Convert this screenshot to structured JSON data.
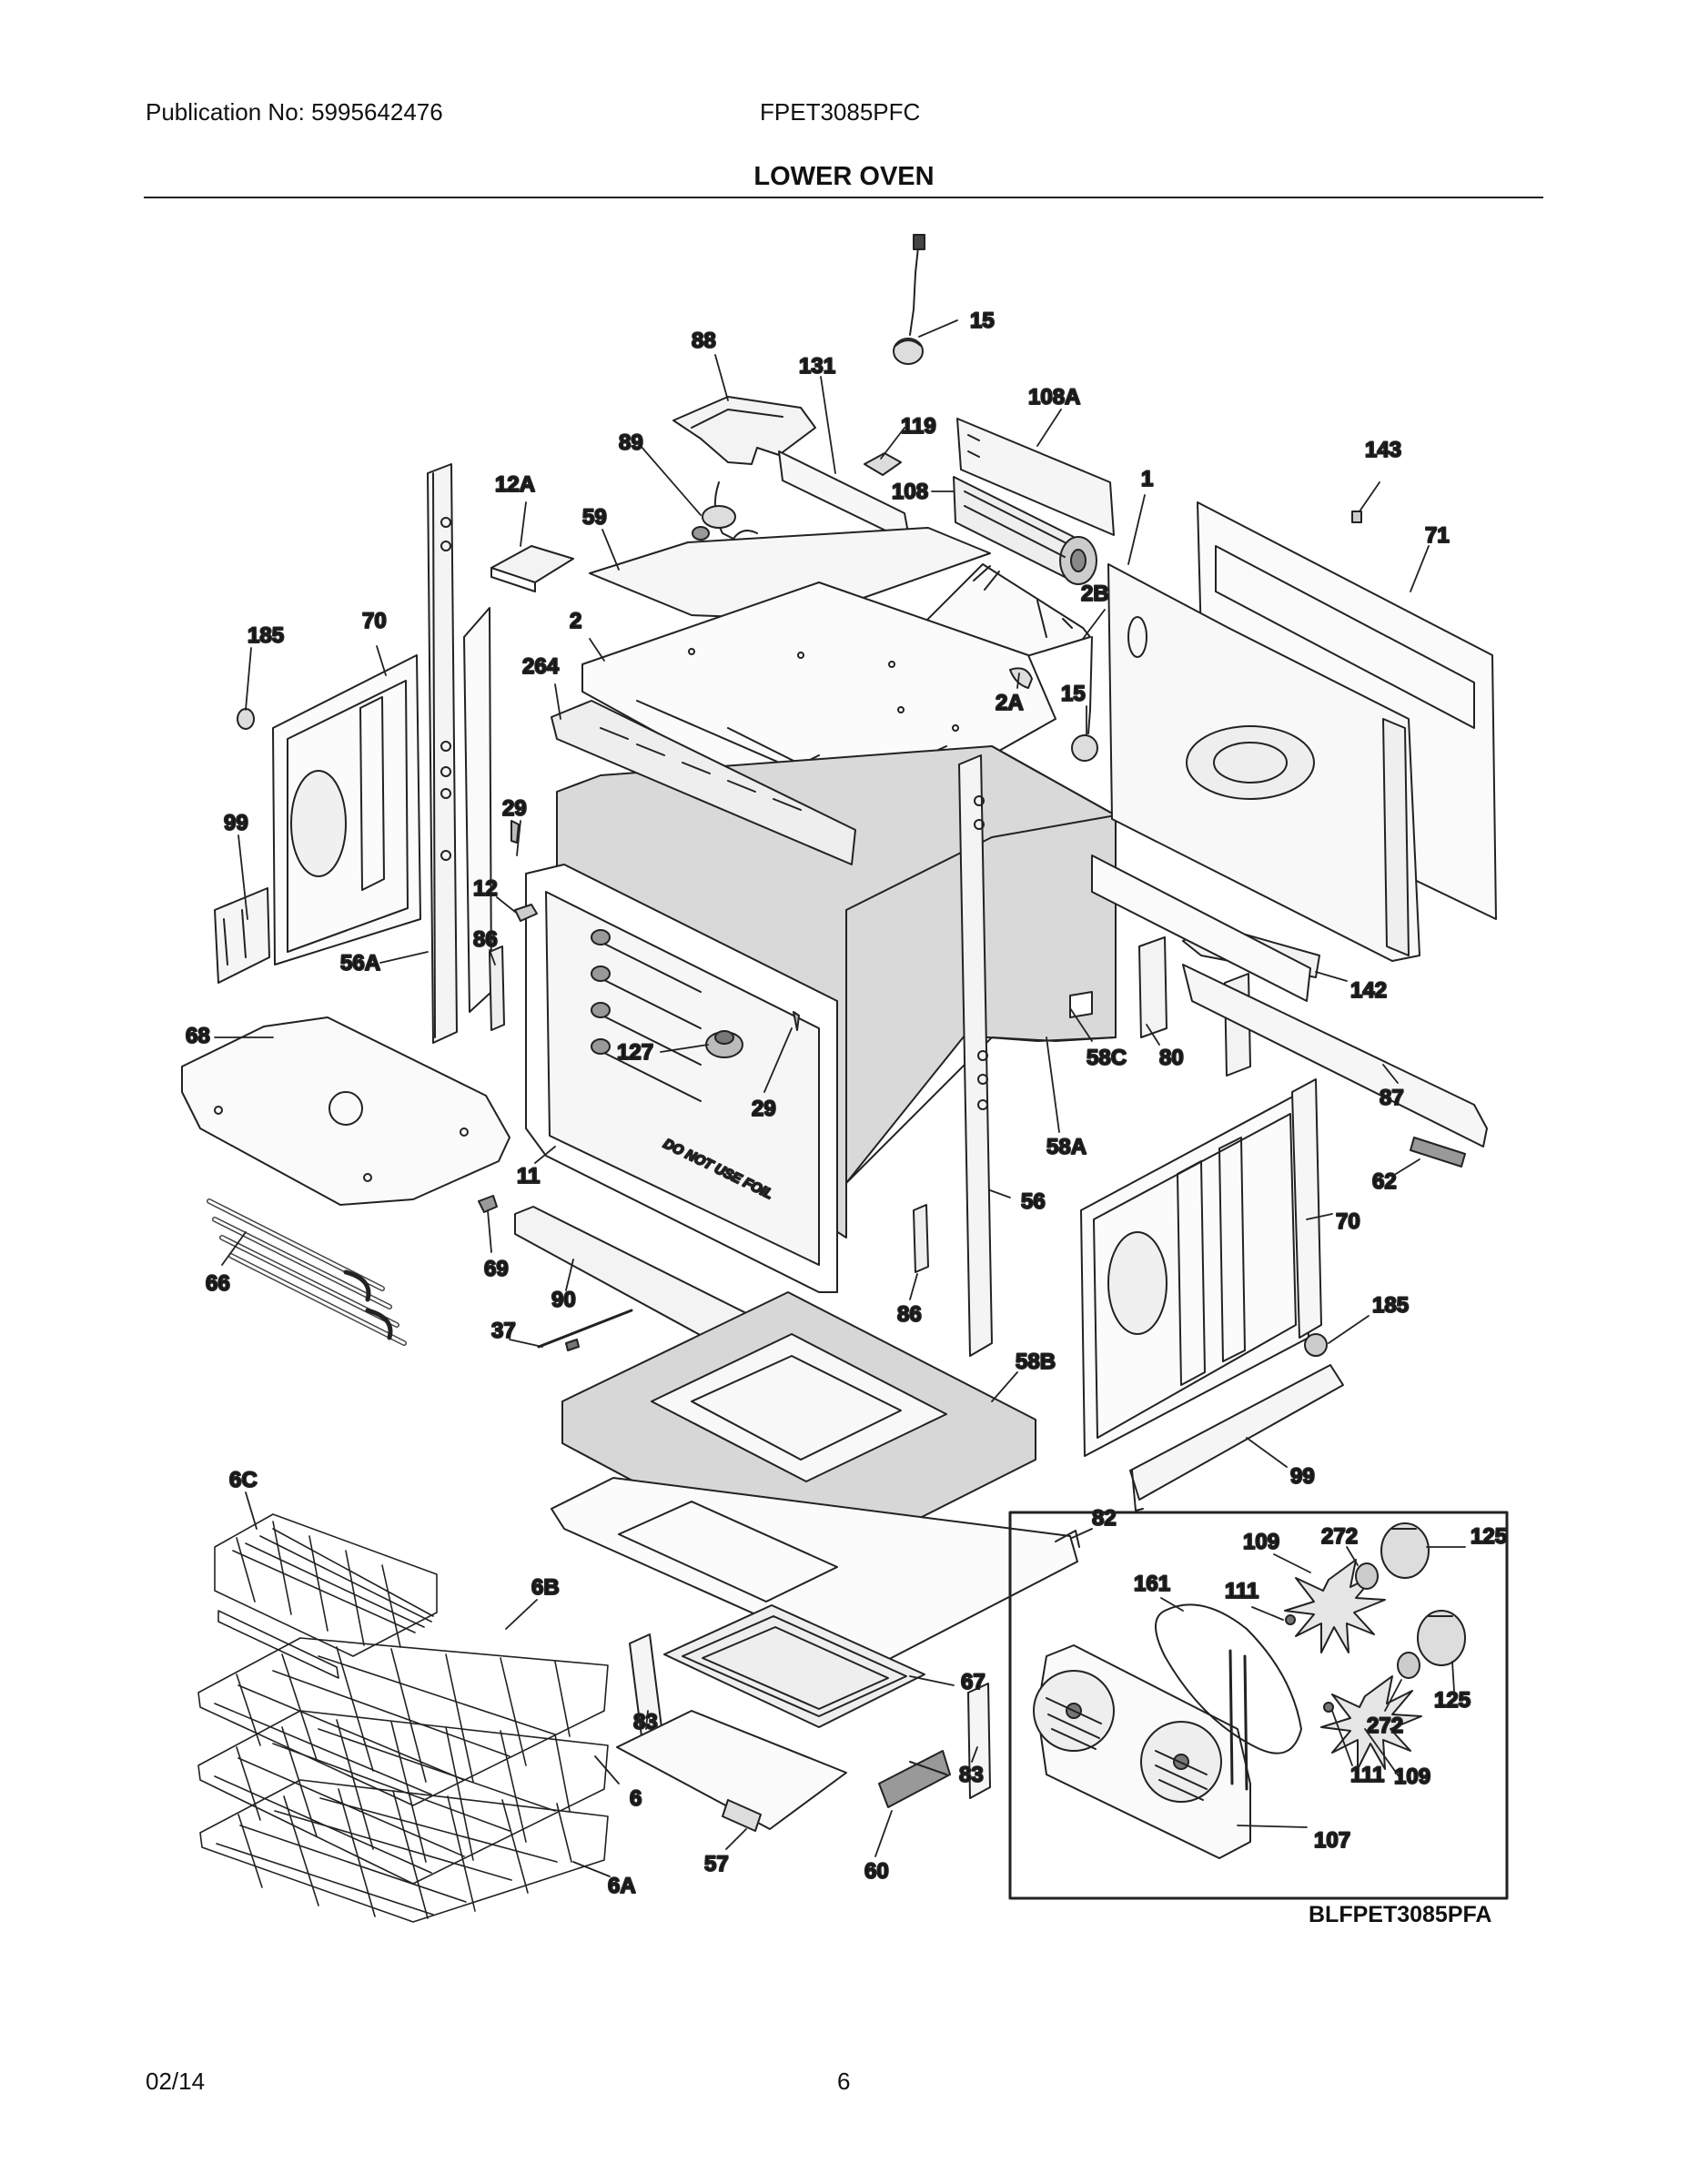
{
  "header": {
    "publication": "Publication No: 5995642476",
    "model": "FPET3085PFC",
    "title": "LOWER OVEN"
  },
  "diagram": {
    "drawing_id": "BLFPET3085PFA",
    "stamp": "DO NOT USE FOIL",
    "callouts": [
      "15",
      "88",
      "131",
      "108A",
      "119",
      "89",
      "108",
      "143",
      "12A",
      "59",
      "1",
      "71",
      "2B",
      "185",
      "70",
      "2",
      "264",
      "15",
      "2A",
      "29",
      "99",
      "12",
      "86",
      "56A",
      "68",
      "127",
      "29",
      "142",
      "58C",
      "80",
      "11",
      "58A",
      "87",
      "62",
      "56",
      "70",
      "66",
      "69",
      "90",
      "86",
      "185",
      "37",
      "58B",
      "99",
      "6C",
      "82",
      "109",
      "272",
      "125",
      "161",
      "111",
      "6B",
      "67",
      "83",
      "83",
      "6",
      "125",
      "272",
      "111",
      "109",
      "57",
      "60",
      "107",
      "6A"
    ]
  },
  "footer": {
    "date": "02/14",
    "page": "6"
  }
}
